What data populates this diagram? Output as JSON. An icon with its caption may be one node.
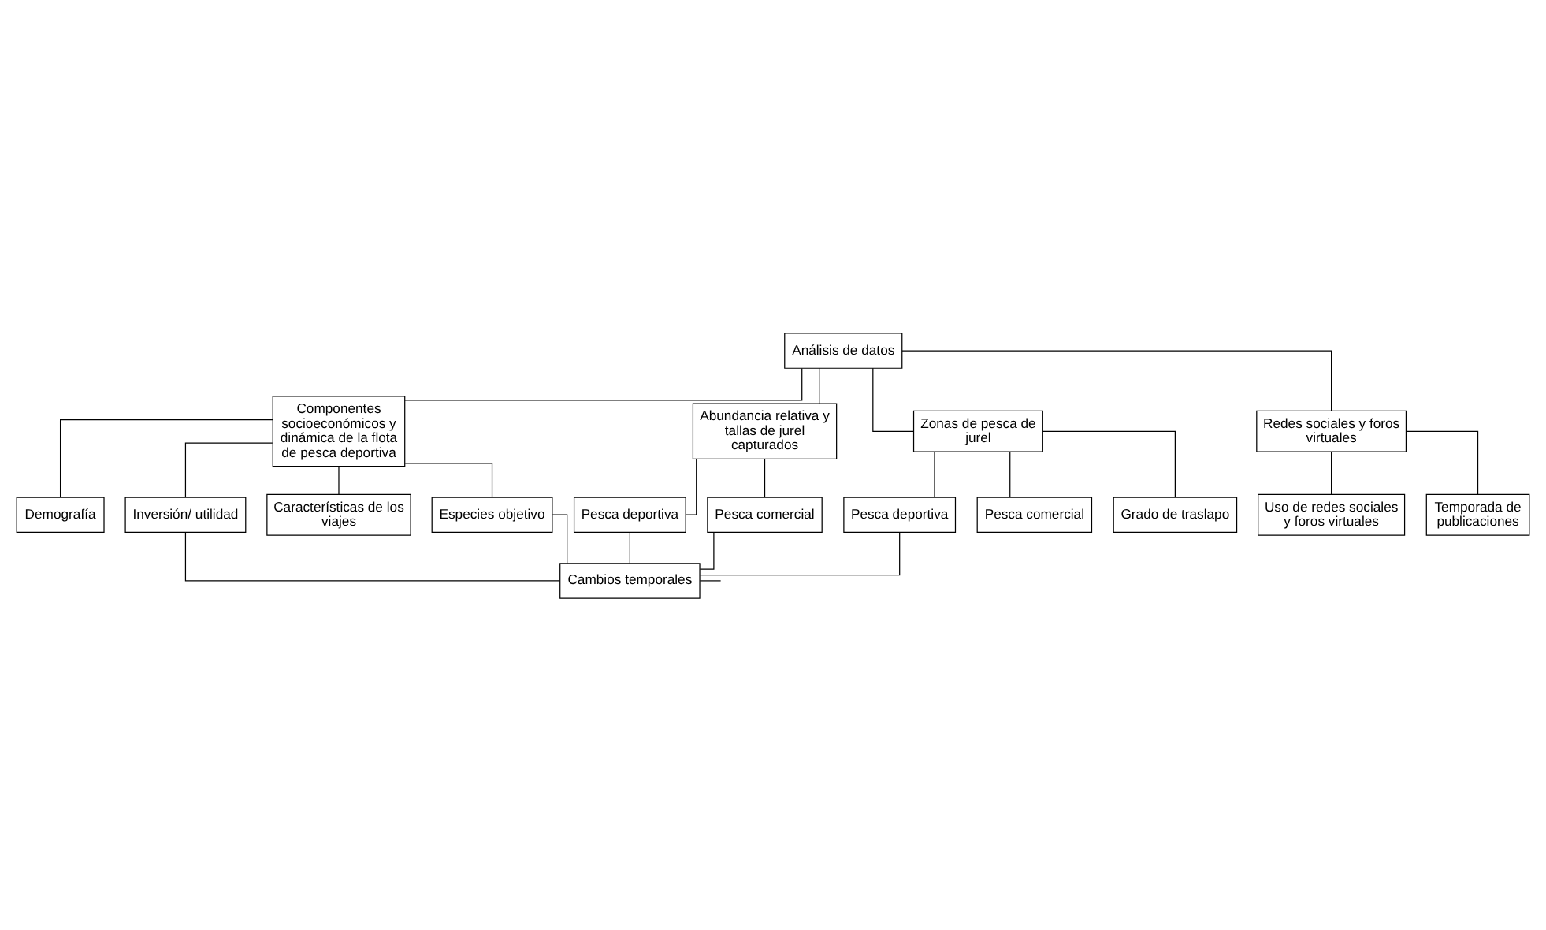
{
  "diagram": {
    "nodes": [
      {
        "text": [
          "Análisis de datos"
        ]
      },
      {
        "text": [
          "Componentes socioeconómicos y dinámica de la flota de pesca deportiva"
        ]
      },
      {
        "text": [
          "Abundancia relativa y tallas de jurel capturados"
        ]
      },
      {
        "text": [
          "Zonas de pesca de jurel"
        ]
      },
      {
        "text": [
          "Redes sociales y foros virtuales"
        ]
      },
      {
        "text": [
          "Demografía"
        ]
      },
      {
        "text": [
          "Inversión/ utilidad"
        ]
      },
      {
        "text": [
          "Características de los viajes"
        ]
      },
      {
        "text": [
          "Especies objetivo"
        ]
      },
      {
        "text": [
          "Pesca deportiva"
        ]
      },
      {
        "text": [
          "Pesca comercial"
        ]
      },
      {
        "text": [
          "Pesca deportiva"
        ]
      },
      {
        "text": [
          "Pesca comercial"
        ]
      },
      {
        "text": [
          "Grado de traslapo"
        ]
      },
      {
        "text": [
          "Uso de redes sociales y foros virtuales"
        ]
      },
      {
        "text": [
          "Temporada de publicaciones"
        ]
      },
      {
        "text": [
          "Cambios temporales"
        ]
      }
    ],
    "edges": [
      {
        "from": 0,
        "to": 1,
        "arrow": "none"
      },
      {
        "from": 0,
        "to": 2,
        "arrow": "none"
      },
      {
        "from": 0,
        "to": 3,
        "arrow": "none"
      },
      {
        "from": 0,
        "to": 4,
        "arrow": "none"
      },
      {
        "from": 1,
        "to": 5,
        "arrow": "none"
      },
      {
        "from": 1,
        "to": 6,
        "arrow": "none"
      },
      {
        "from": 1,
        "to": 7,
        "arrow": "none"
      },
      {
        "from": 1,
        "to": 8,
        "arrow": "none"
      },
      {
        "from": 2,
        "to": 9,
        "arrow": "none"
      },
      {
        "from": 2,
        "to": 10,
        "arrow": "none"
      },
      {
        "from": 3,
        "to": 11,
        "arrow": "none"
      },
      {
        "from": 3,
        "to": 12,
        "arrow": "none"
      },
      {
        "from": 3,
        "to": 13,
        "arrow": "none"
      },
      {
        "from": 4,
        "to": 14,
        "arrow": "none"
      },
      {
        "from": 4,
        "to": 15,
        "arrow": "none"
      },
      {
        "from": 6,
        "to": 16,
        "arrow": "none"
      },
      {
        "from": 8,
        "to": 16,
        "arrow": "none"
      },
      {
        "from": 9,
        "to": 16,
        "arrow": "none"
      },
      {
        "from": 10,
        "to": 16,
        "arrow": "none"
      },
      {
        "from": 11,
        "to": 16,
        "arrow": "none"
      },
      {
        "from": 16,
        "to": null,
        "arrow": "none"
      }
    ]
  }
}
